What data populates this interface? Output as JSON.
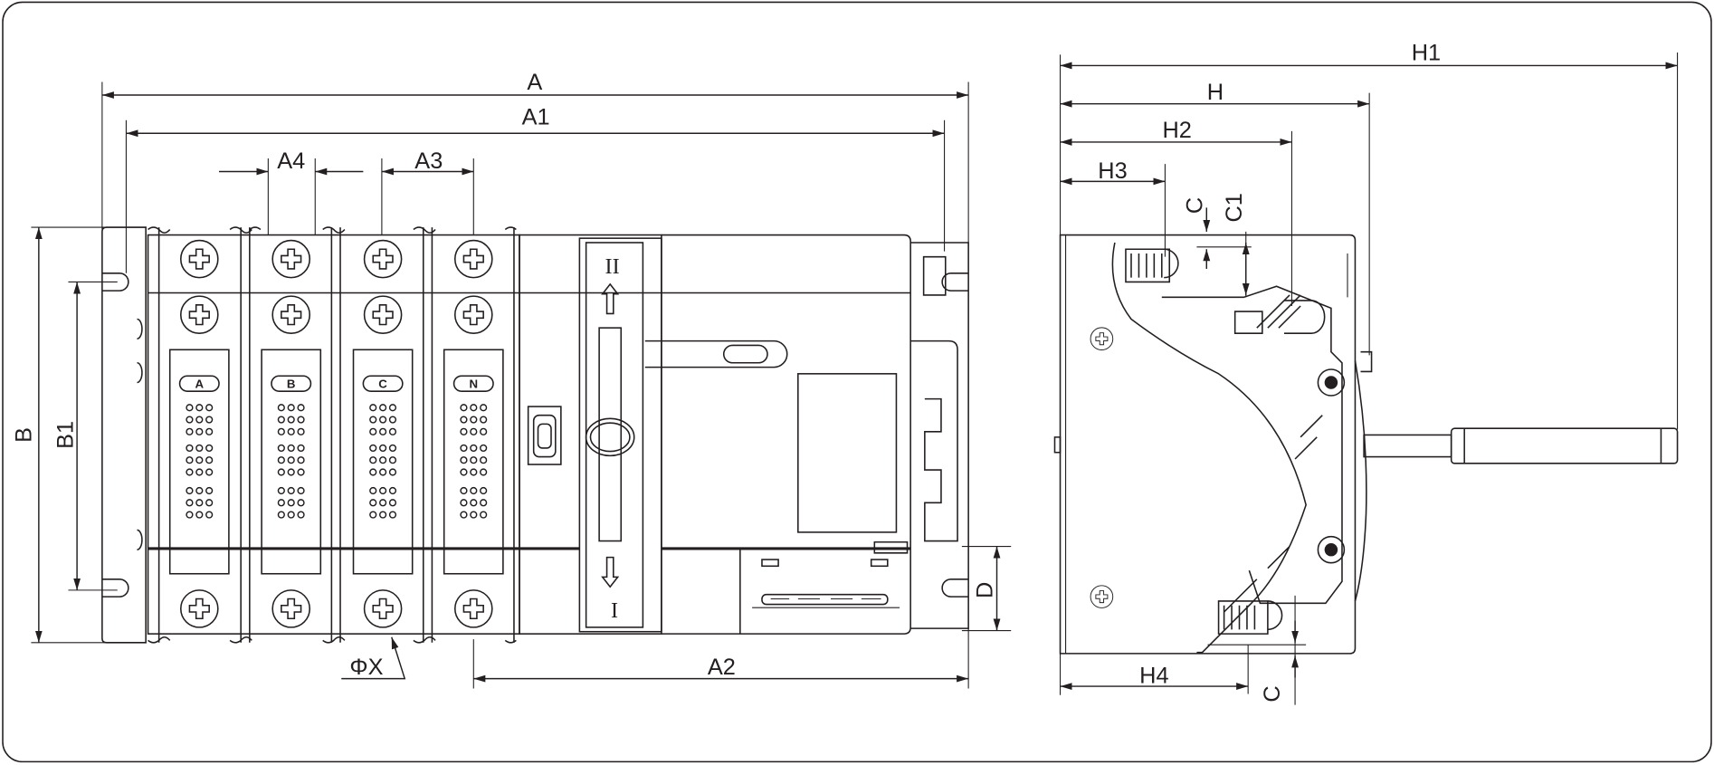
{
  "drawing": {
    "front_view": {
      "dimensions": {
        "A": "A",
        "A1": "A1",
        "A2": "A2",
        "A3": "A3",
        "A4": "A4",
        "B": "B",
        "B1": "B1",
        "PhiX": "ΦX",
        "D": "D"
      },
      "pole_labels": [
        "A",
        "B",
        "C",
        "N"
      ],
      "handle_positions": {
        "top": "II",
        "bottom": "I"
      }
    },
    "side_view": {
      "dimensions": {
        "H": "H",
        "H1": "H1",
        "H2": "H2",
        "H3": "H3",
        "H4": "H4",
        "C_top": "C",
        "C1": "C1",
        "C_bottom": "C"
      }
    },
    "line_color": "#231f20"
  }
}
